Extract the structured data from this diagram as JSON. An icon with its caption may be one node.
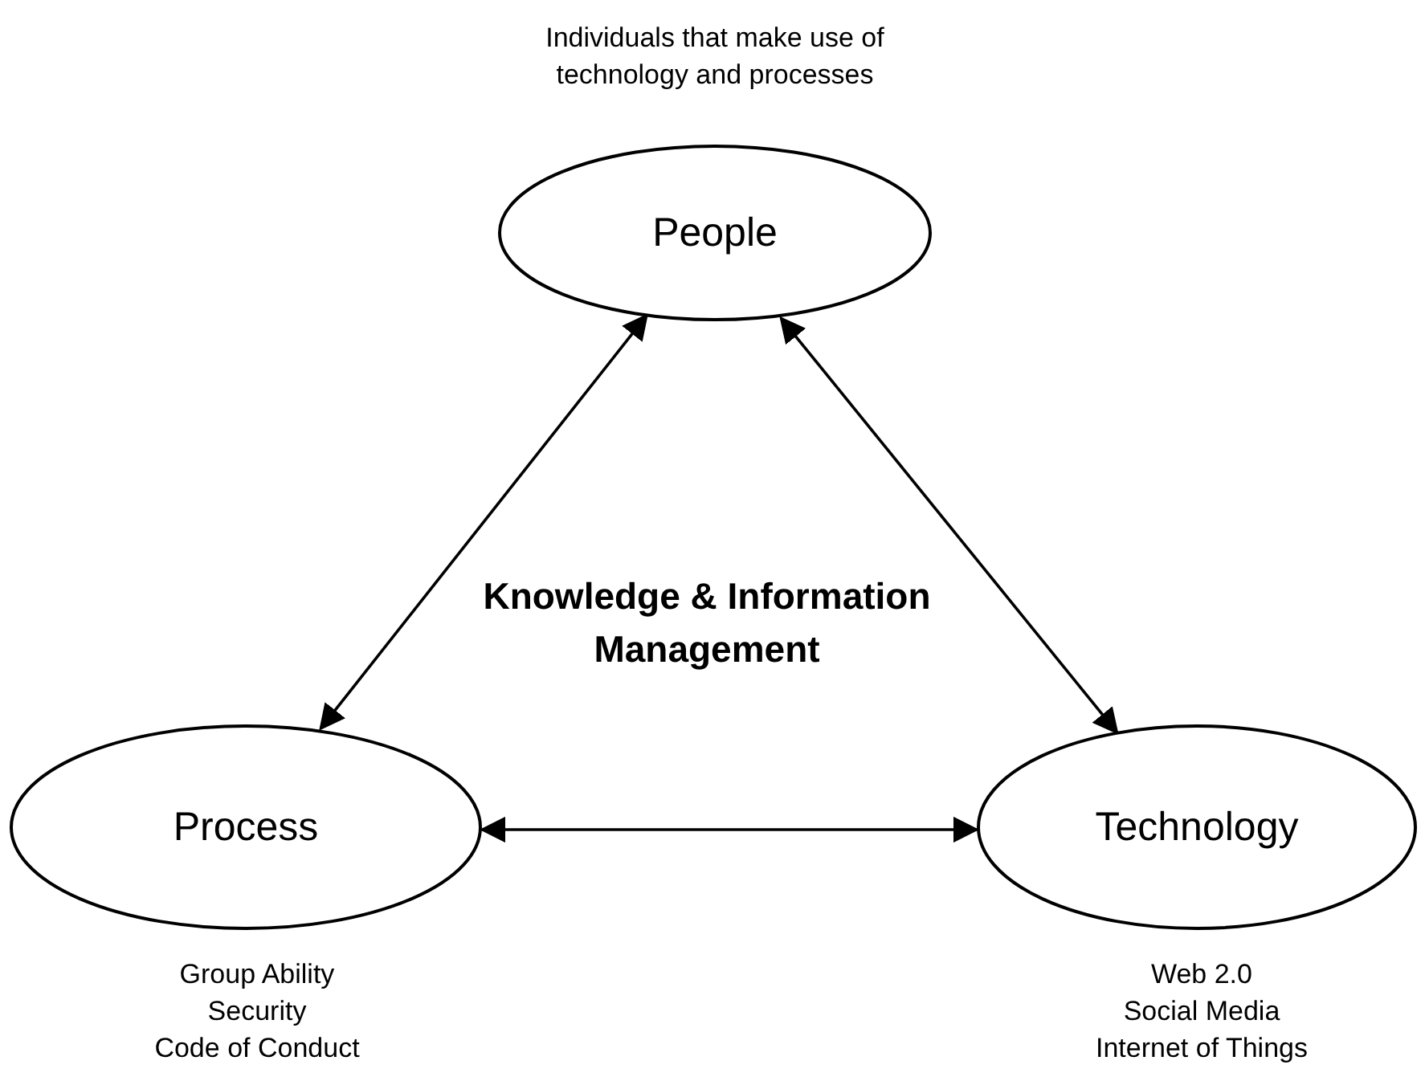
{
  "diagram": {
    "nodes": [
      {
        "text": [
          "People"
        ],
        "beside": [
          "Individuals that make use of technology and processes"
        ]
      },
      {
        "text": [
          "Process"
        ],
        "beside": [
          "Group Ability",
          "Security",
          "Code of Conduct"
        ]
      },
      {
        "text": [
          "Technology"
        ],
        "beside": [
          "Web 2.0",
          "Social Media",
          "Internet of Things"
        ]
      }
    ],
    "edges": [
      {
        "from": 0,
        "to": 1,
        "arrow": "both"
      },
      {
        "from": 0,
        "to": 2,
        "arrow": "both"
      },
      {
        "from": 1,
        "to": 2,
        "arrow": "both"
      }
    ],
    "labels": [
      "Knowledge & Information Management"
    ]
  }
}
